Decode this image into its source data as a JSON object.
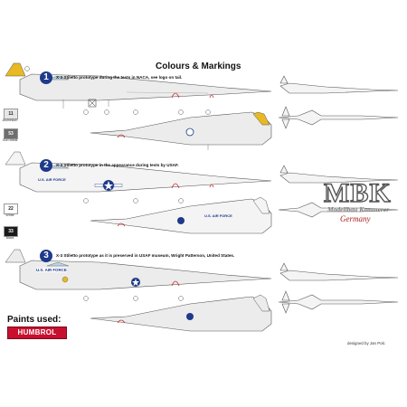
{
  "sheet": {
    "title": "Colours & Markings",
    "schemes": [
      {
        "number": "1",
        "caption": "X-3 Stiletto prototype during the tests in NACA, see logo on tail."
      },
      {
        "number": "2",
        "caption": "X-3 Stiletto prototype in the appearance during tests by USAF."
      },
      {
        "number": "3",
        "caption": "X-3 Stiletto prototype as it is preserved in USAF museum, Wright Patterson, United States."
      }
    ],
    "swatches": [
      {
        "code": "11",
        "name": "Aluminium",
        "color": "#e6e6e6",
        "text_color": "#222222"
      },
      {
        "code": "53",
        "name": "Gun Metal",
        "color": "#6e6e6e",
        "text_color": "#ffffff"
      },
      {
        "code": "22",
        "name": "White",
        "color": "#ffffff",
        "text_color": "#222222"
      },
      {
        "code": "33",
        "name": "Black",
        "color": "#1a1a1a",
        "text_color": "#ffffff"
      }
    ],
    "fuselage_text": [
      "U.S. AIR FORCE",
      "U.S. AIR FORCE",
      "U.S. AIR FORCE"
    ],
    "paints_label": "Paints used:",
    "paints_brand": "HUMBROL",
    "designer": "designed by Jan Polc",
    "watermark": {
      "big": "MBK",
      "line1": "Modellbau Kammerer",
      "line2": "Germany"
    }
  },
  "colors": {
    "accent": "#1e3a8a",
    "brand": "#c8102e",
    "tail_yellow": "#e8b923",
    "marking_red": "#c62828"
  }
}
